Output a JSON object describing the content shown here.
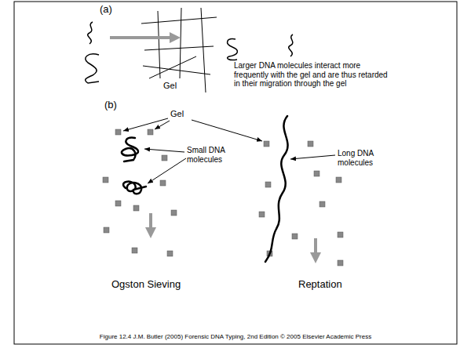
{
  "diagram": {
    "caption": "Figure 12.4 J.M. Butler (2005) Forensic DNA Typing, 2nd Edition © 2005 Elsevier Academic Press",
    "labels": [
      "(a)",
      "Gel",
      "Larger DNA molecules interact more frequently with the gel and are thus retarded in their migration through the gel",
      "(b)",
      "Gel",
      "Small DNA molecules",
      "Long DNA molecules",
      "Ogston Sieving",
      "Reptation"
    ]
  }
}
